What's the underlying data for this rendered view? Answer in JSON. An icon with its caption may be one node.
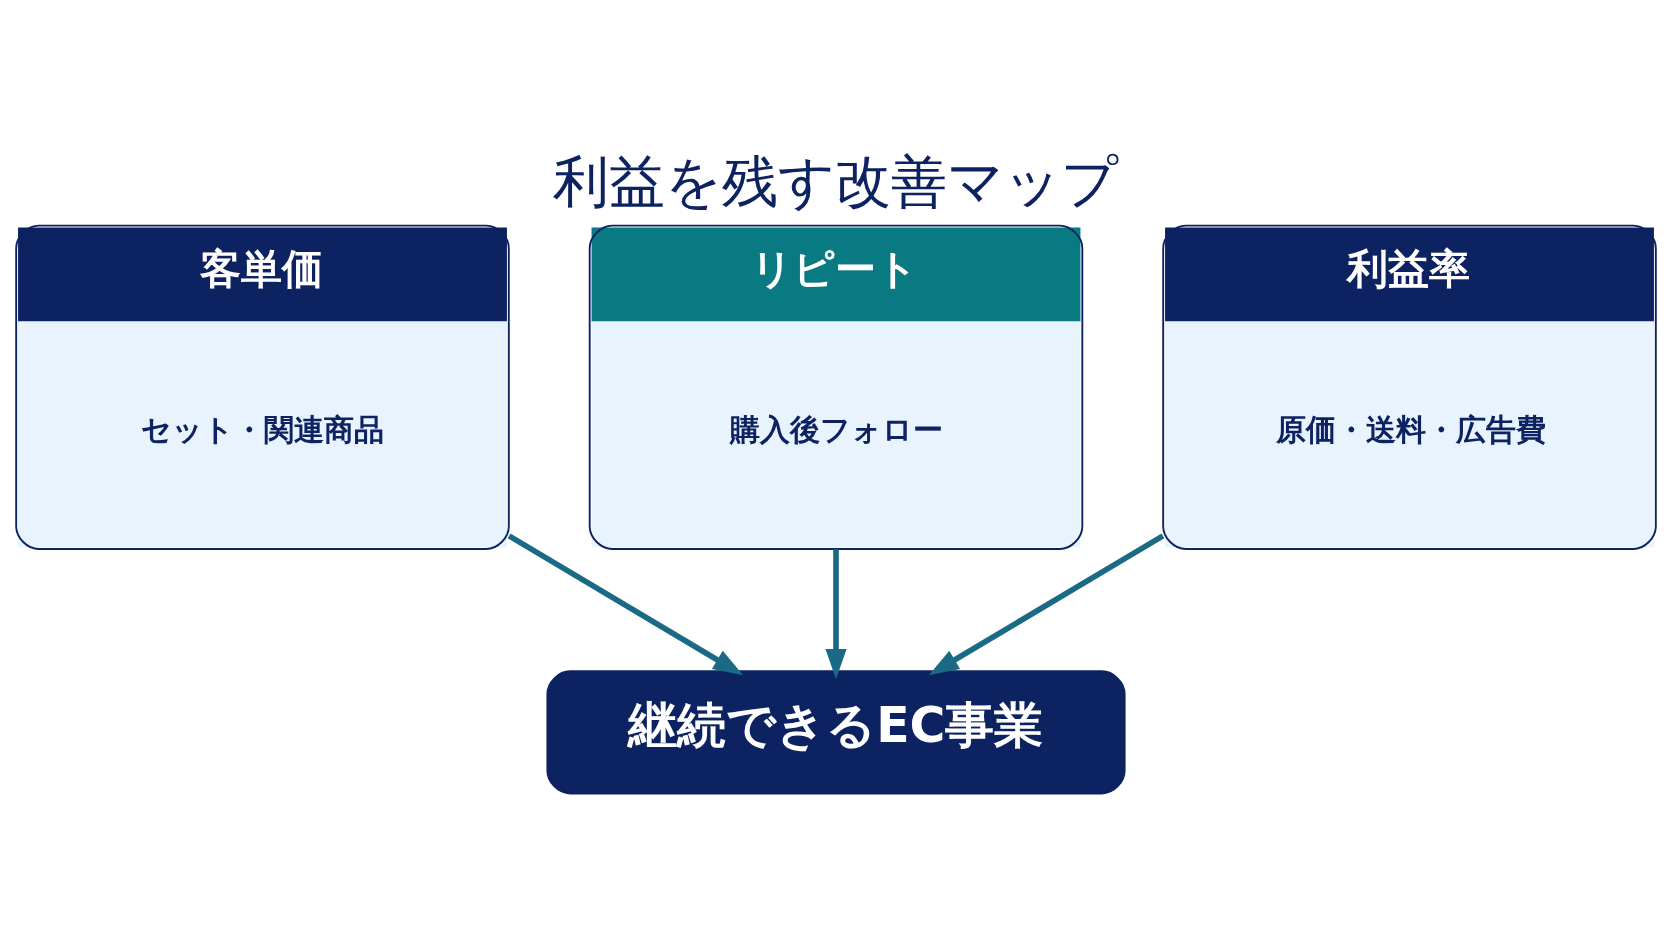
{
  "diagram": {
    "title": "利益を残す改善マップ",
    "nodes": [
      {
        "text": [
          "客単価",
          "セット・関連商品"
        ]
      },
      {
        "text": [
          "リピート",
          "購入後フォロー"
        ]
      },
      {
        "text": [
          "利益率",
          "原価・送料・広告費"
        ]
      },
      {
        "text": [
          "継続できるEC事業"
        ]
      }
    ],
    "edges": [
      {
        "from": 0,
        "to": 3,
        "arrow": "to"
      },
      {
        "from": 1,
        "to": 3,
        "arrow": "to"
      },
      {
        "from": 2,
        "to": 3,
        "arrow": "to"
      }
    ]
  }
}
